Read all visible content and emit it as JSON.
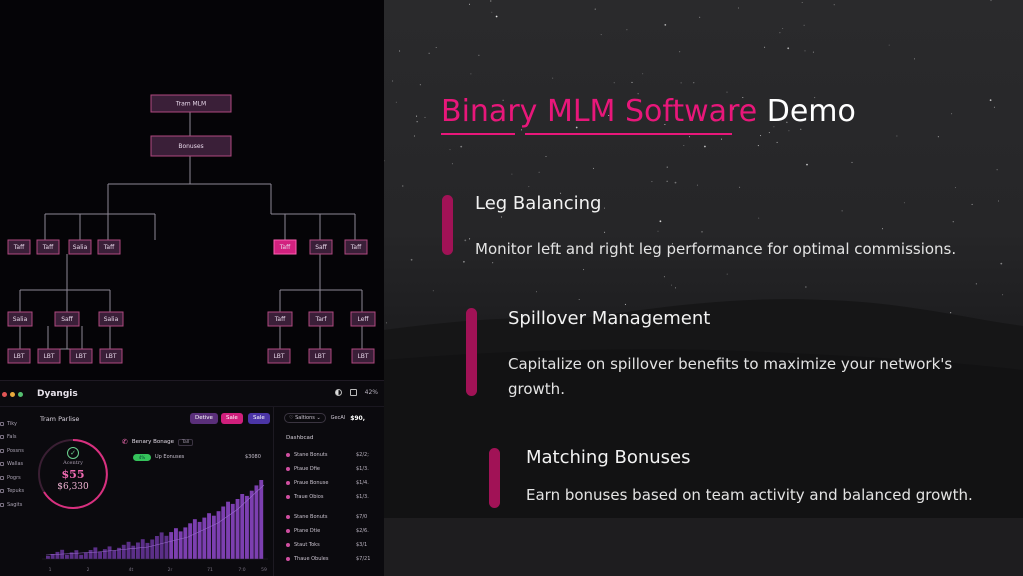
{
  "heading": {
    "pink": "Binary MLM Software",
    "white": "Demo"
  },
  "features": [
    {
      "title": "Leg Balancing",
      "desc": "Monitor left and right leg performance for optimal commissions."
    },
    {
      "title": "Spillover Management",
      "desc": "Capitalize on spillover benefits to maximize your network's growth."
    },
    {
      "title": "Matching Bonuses",
      "desc": "Earn bonuses based on team activity and balanced growth."
    }
  ],
  "tree": {
    "root": "Tram MLM",
    "level1": "Bonuses",
    "level2": [
      "Taff",
      "Taff",
      "Salia",
      "Taff",
      "Taff",
      "Saff",
      "Taff"
    ],
    "level3": [
      "Salia",
      "Saff",
      "Salia",
      "Taff",
      "Tarf",
      "Leff"
    ],
    "level4": [
      "LBT",
      "LBT",
      "LBT",
      "LBT",
      "LBT",
      "LBT",
      "LBT"
    ]
  },
  "dashboard": {
    "title": "Dyangis",
    "top_right": "42%",
    "sidebar": [
      "Tiky",
      "Fals",
      "Possns",
      "Wallas",
      "Pogrs",
      "Tepuks",
      "Sagits"
    ],
    "card_title": "Tram Parlise",
    "pills": [
      "Detive",
      "Sale",
      "Sale"
    ],
    "gauge": {
      "label": "Acentry",
      "value1": "$55",
      "value2": "$6,330"
    },
    "chart_title": "Benary Bonage",
    "chart_select": "Tall",
    "toggle": "4%",
    "chart_sub": "Up Eonuses",
    "chart_amount": "$3080",
    "x_ticks": [
      "1",
      "2",
      "4t",
      "2r",
      "71",
      "7:0",
      "59"
    ],
    "right_head": {
      "btn": "Saltions",
      "sel": "GecAl",
      "amount": "$90,"
    },
    "right_label": "Dashbcad",
    "rows": [
      {
        "name": "Stane Bonuts",
        "value": "$2/2;"
      },
      {
        "name": "Ptaue Dfie",
        "value": "$1/3."
      },
      {
        "name": "Praue Bonuse",
        "value": "$1/4."
      },
      {
        "name": "Traue Obios",
        "value": "$1/3."
      },
      {
        "name": "Stane Bonuts",
        "value": "$7/0"
      },
      {
        "name": "Ptane Dtie",
        "value": "$2/6."
      },
      {
        "name": "Staut Toks",
        "value": "$3/1"
      },
      {
        "name": "Thaue Obules",
        "value": "$7/21"
      }
    ]
  },
  "colors": {
    "accent": "#e8177a",
    "accent_dark": "#a11256"
  }
}
